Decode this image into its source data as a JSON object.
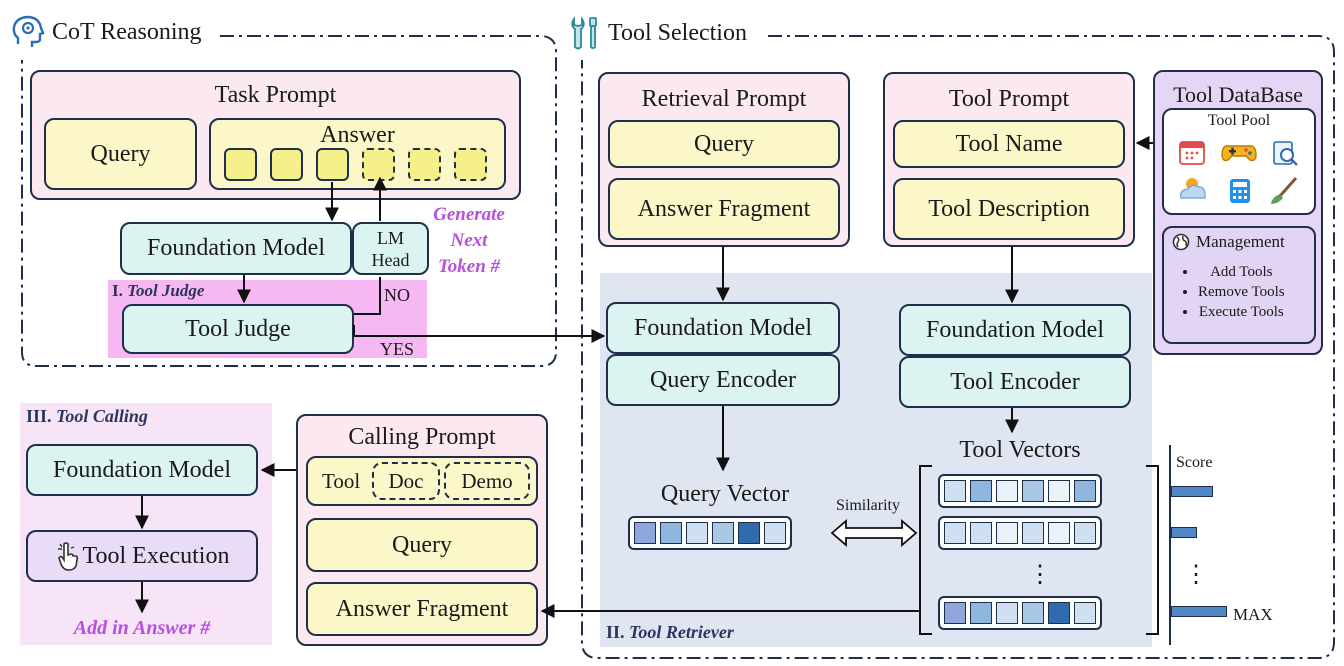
{
  "sections": {
    "cot": "CoT Reasoning",
    "tool_selection": "Tool Selection"
  },
  "cot": {
    "task_prompt": "Task Prompt",
    "query": "Query",
    "answer": "Answer",
    "foundation_model": "Foundation Model",
    "lm_head": "LM Head",
    "generate": "Generate Next Token #",
    "tool_judge_label_num": "I.",
    "tool_judge_label": "Tool Judge",
    "tool_judge": "Tool Judge",
    "no": "NO",
    "yes": "YES"
  },
  "retrieval": {
    "prompt": "Retrieval Prompt",
    "query": "Query",
    "answer_fragment": "Answer Fragment",
    "foundation_model": "Foundation Model",
    "query_encoder": "Query Encoder",
    "query_vector": "Query Vector",
    "similarity": "Similarity",
    "label_num": "II.",
    "label": "Tool Retriever"
  },
  "tool_prompt": {
    "title": "Tool Prompt",
    "tool_name": "Tool Name",
    "tool_description": "Tool Description",
    "foundation_model": "Foundation Model",
    "tool_encoder": "Tool Encoder",
    "tool_vectors": "Tool Vectors",
    "ellipsis": "⋮"
  },
  "database": {
    "title": "Tool DataBase",
    "pool": "Tool Pool",
    "icons": [
      "calendar-icon",
      "gamepad-icon",
      "search-doc-icon",
      "weather-icon",
      "calculator-icon",
      "brush-icon"
    ],
    "management": "Management",
    "actions": [
      "Add Tools",
      "Remove Tools",
      "Execute Tools"
    ]
  },
  "score": {
    "label": "Score",
    "max": "MAX",
    "ellipsis": "⋮"
  },
  "calling": {
    "label_num": "III.",
    "label": "Tool Calling",
    "foundation_model": "Foundation Model",
    "tool_execution": "Tool Execution",
    "add_in_answer": "Add in Answer #",
    "prompt": "Calling Prompt",
    "tool": "Tool",
    "doc": "Doc",
    "demo": "Demo",
    "query": "Query",
    "answer_fragment": "Answer Fragment"
  },
  "colors": {
    "pink_fill": "#fbe8f0",
    "yellow_fill": "#fbf7c8",
    "teal_fill": "#dcf4f1",
    "magenta_band": "#f6b8f3",
    "retriever_bg": "#dfe6f2",
    "calling_bg": "#f7e4f7",
    "accent_purple": "#b84fe0",
    "vector_dark": "#2f6bad",
    "vector_mid": "#8fb6de",
    "vector_light": "#cfe0f1"
  }
}
